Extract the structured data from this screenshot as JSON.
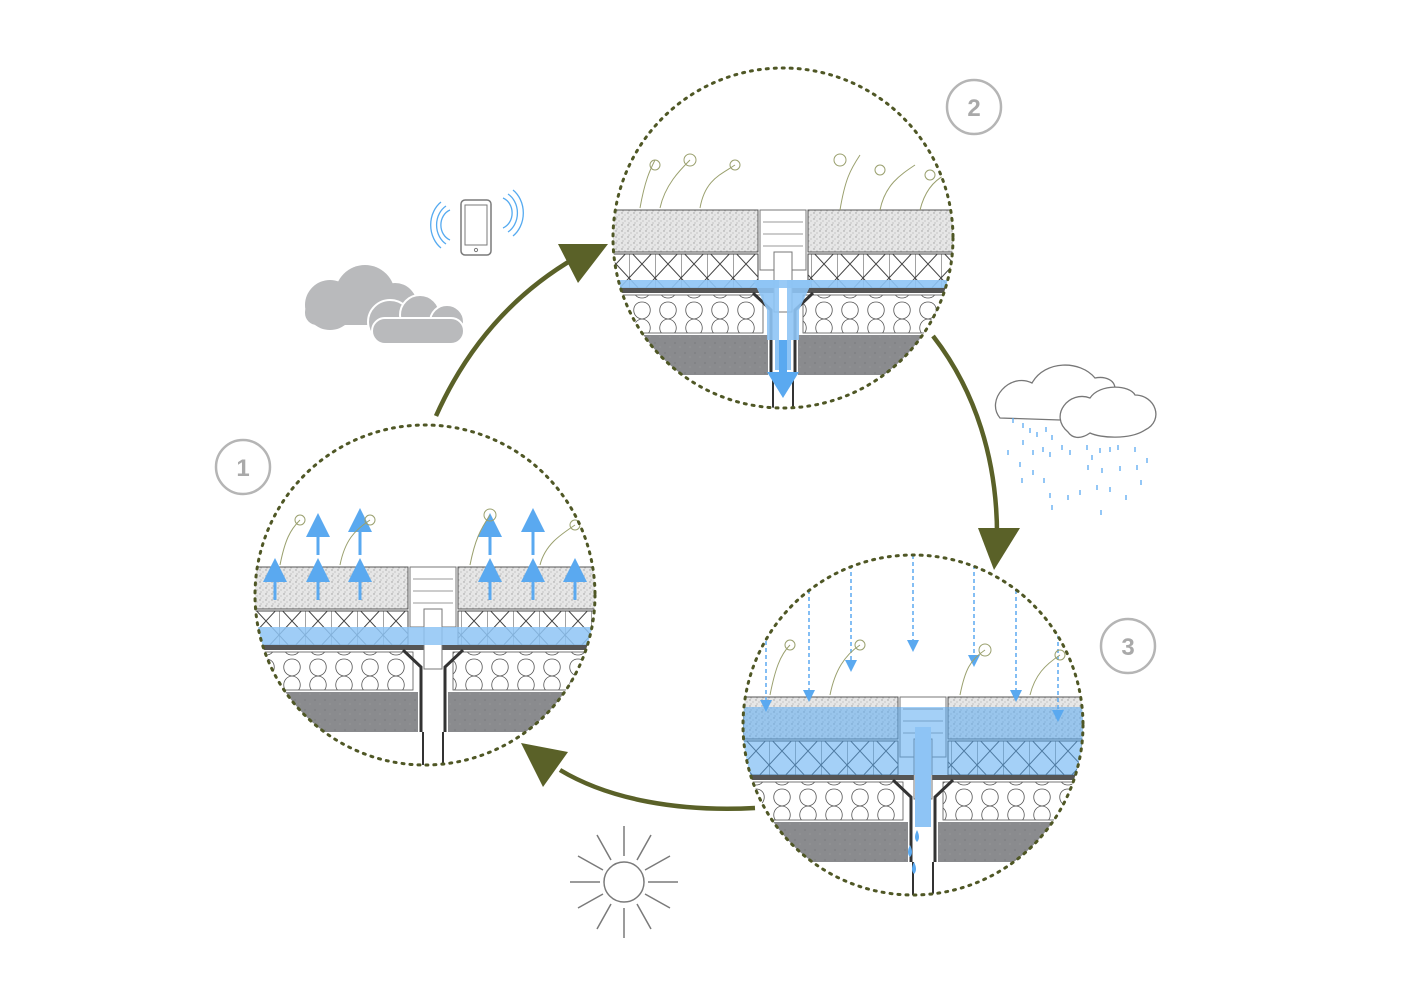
{
  "diagram": {
    "title": "",
    "colors": {
      "arrow": "#5a6128",
      "circle_border": "#4f5725",
      "water": "#5aa9f0",
      "water_fill": "#8ec4f5",
      "concrete": "#8a8b8e",
      "substrate": "#d9d9d9",
      "plant": "#8e9466",
      "label_ring": "#b5b5b5",
      "cloud_grey": "#b9babc",
      "signal": "#55aaf0"
    },
    "steps": [
      {
        "id": "1",
        "label": "1",
        "state": "evaporation",
        "water_level": 0.35
      },
      {
        "id": "2",
        "label": "2",
        "state": "draining",
        "water_level": 0.15
      },
      {
        "id": "3",
        "label": "3",
        "state": "rain-retention",
        "water_level": 1.0
      }
    ],
    "icons": {
      "phone": "smartphone-signal-icon",
      "storm_cloud": "grey-cloud-icon",
      "rain_cloud": "rain-cloud-icon",
      "sun": "sun-icon"
    }
  }
}
